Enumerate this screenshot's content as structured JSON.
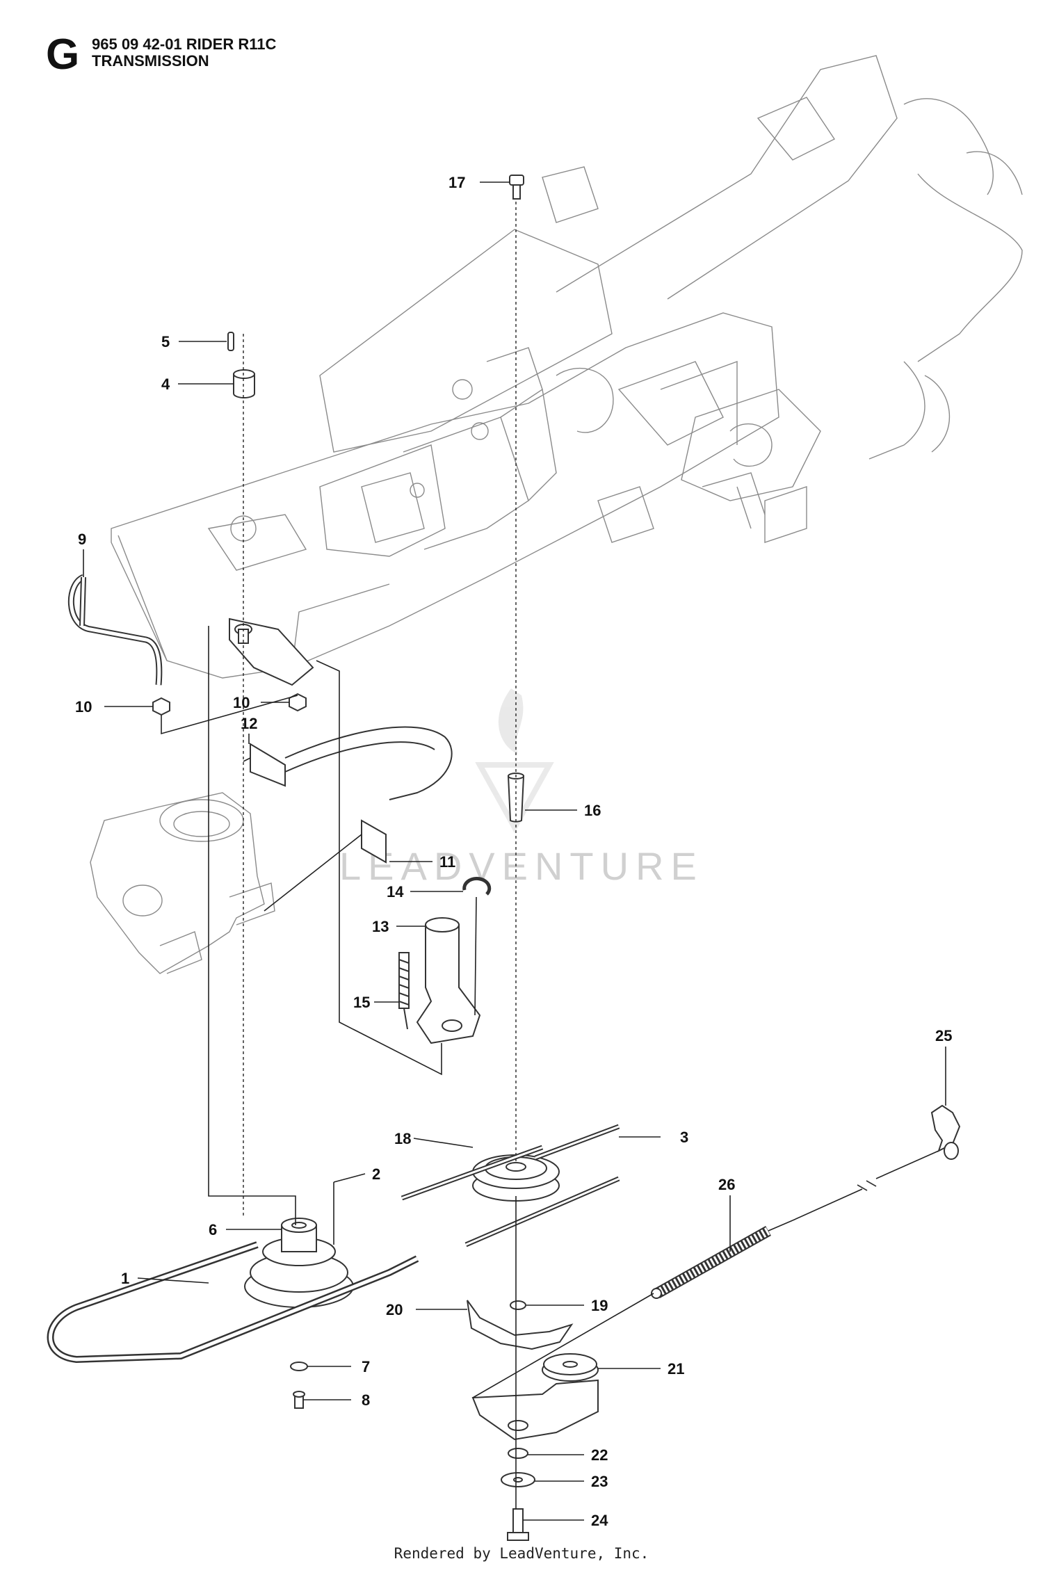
{
  "header": {
    "section_letter": "G",
    "line1": "965 09 42-01 RIDER R11C",
    "line2": "TRANSMISSION"
  },
  "watermark": "LEADVENTURE",
  "footer": "Rendered by LeadVenture, Inc.",
  "callouts": {
    "c1": "1",
    "c2": "2",
    "c3": "3",
    "c4": "4",
    "c5": "5",
    "c6": "6",
    "c7": "7",
    "c8": "8",
    "c9": "9",
    "c10a": "10",
    "c10b": "10",
    "c11": "11",
    "c12": "12",
    "c13": "13",
    "c14": "14",
    "c15": "15",
    "c16": "16",
    "c17": "17",
    "c18": "18",
    "c19": "19",
    "c20": "20",
    "c21": "21",
    "c22": "22",
    "c23": "23",
    "c24": "24",
    "c25": "25",
    "c26": "26"
  }
}
